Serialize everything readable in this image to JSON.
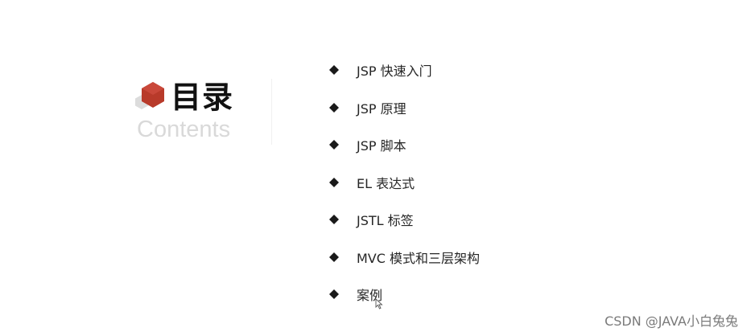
{
  "slide": {
    "title": "目录",
    "subtitle": "Contents",
    "logo_icon": "hexagon-cubes-icon",
    "bullet_icon": "diamond-bullet-icon",
    "items": [
      {
        "label": "JSP 快速入门"
      },
      {
        "label": "JSP 原理"
      },
      {
        "label": "JSP 脚本"
      },
      {
        "label": "EL 表达式"
      },
      {
        "label": "JSTL 标签"
      },
      {
        "label": "MVC 模式和三层架构"
      },
      {
        "label": "案例"
      }
    ]
  },
  "watermark": "CSDN @JAVA小白兔兔",
  "colors": {
    "accent_red": "#b83a2a",
    "logo_gray": "#dcdcdc",
    "subtitle_gray": "#d9d9d9",
    "text": "#262626"
  }
}
